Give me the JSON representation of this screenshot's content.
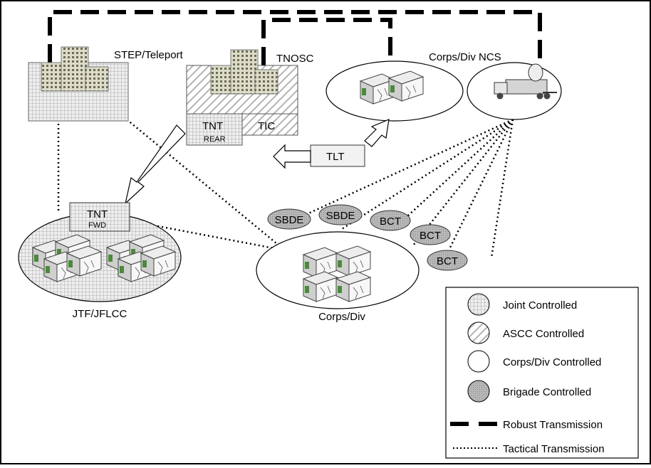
{
  "labels": {
    "step_teleport": "STEP/Teleport",
    "tnosc": "TNOSC",
    "corps_div_ncs": "Corps/Div NCS",
    "tnt_rear": "TNT",
    "rear": "REAR",
    "tic": "TIC",
    "tlt": "TLT",
    "tnt_fwd": "TNT",
    "fwd": "FWD",
    "jtf_jflcc": "JTF/JFLCC",
    "corps_div": "Corps/Div",
    "sbde_1": "SBDE",
    "sbde_2": "SBDE",
    "bct_1": "BCT",
    "bct_2": "BCT",
    "bct_3": "BCT"
  },
  "legend": {
    "items": [
      {
        "label": "Joint Controlled",
        "symbol": "grid-circle"
      },
      {
        "label": "ASCC Controlled",
        "symbol": "hatch-circle"
      },
      {
        "label": "Corps/Div Controlled",
        "symbol": "white-circle"
      },
      {
        "label": "Brigade Controlled",
        "symbol": "gray-circle"
      },
      {
        "label": "Robust Transmission",
        "symbol": "dashed-line"
      },
      {
        "label": "Tactical Transmission",
        "symbol": "dotted-line"
      }
    ]
  },
  "colors": {
    "grid_fill": "#e8e8e8",
    "grid_line": "#9a9a9a",
    "hatch_line": "#aaaaaa",
    "building": "#d9d9c6",
    "window": "#6b6b55",
    "brigade": "#b0b0b0",
    "border": "#000000"
  }
}
